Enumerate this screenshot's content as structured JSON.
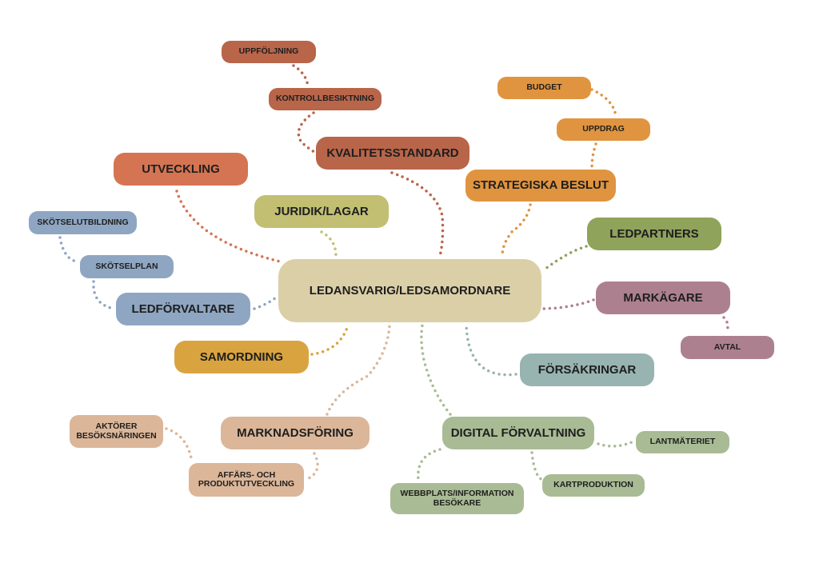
{
  "center": {
    "label": "LEDANSVARIG/LEDSAMORDNARE",
    "color": "#dbcfa8"
  },
  "nodes": {
    "uppfoljning": {
      "label": "UPPFÖLJNING",
      "color": "#b8654a"
    },
    "kontrollbesiktning": {
      "label": "KONTROLLBESIKTNING",
      "color": "#b8654a"
    },
    "kvalitetsstandard": {
      "label": "KVALITETSSTANDARD",
      "color": "#b8654a"
    },
    "utveckling": {
      "label": "UTVECKLING",
      "color": "#d57452"
    },
    "juridik": {
      "label": "JURIDIK/LAGAR",
      "color": "#c2bf73"
    },
    "budget": {
      "label": "BUDGET",
      "color": "#e0943f"
    },
    "uppdrag": {
      "label": "UPPDRAG",
      "color": "#e0943f"
    },
    "strategiska": {
      "label": "STRATEGISKA BESLUT",
      "color": "#e0943f"
    },
    "skotselutbildning": {
      "label": "SKÖTSELUTBILDNING",
      "color": "#8fa6c2"
    },
    "skotselplan": {
      "label": "SKÖTSELPLAN",
      "color": "#8fa6c2"
    },
    "ledforvaltare": {
      "label": "LEDFÖRVALTARE",
      "color": "#8fa6c2"
    },
    "ledpartners": {
      "label": "LEDPARTNERS",
      "color": "#8fa35a"
    },
    "markagare": {
      "label": "MARKÄGARE",
      "color": "#ad8090"
    },
    "avtal": {
      "label": "AVTAL",
      "color": "#ad8090"
    },
    "samordning": {
      "label": "SAMORDNING",
      "color": "#d9a43f"
    },
    "forsakringar": {
      "label": "FÖRSÄKRINGAR",
      "color": "#97b4b1"
    },
    "aktorer": {
      "label": "AKTÖRER BESÖKSNÄRINGEN",
      "color": "#dbb699"
    },
    "marknadsforing": {
      "label": "MARKNADSFÖRING",
      "color": "#dbb699"
    },
    "affars": {
      "label": "AFFÄRS- OCH PRODUKTUTVECKLING",
      "color": "#dbb699"
    },
    "digital": {
      "label": "DIGITAL FÖRVALTNING",
      "color": "#a9bb94"
    },
    "lantmateriet": {
      "label": "LANTMÄTERIET",
      "color": "#a9bb94"
    },
    "webbplats": {
      "label": "WEBBPLATS/INFORMATION BESÖKARE",
      "color": "#a9bb94"
    },
    "kartproduktion": {
      "label": "KARTPRODUKTION",
      "color": "#a9bb94"
    }
  }
}
